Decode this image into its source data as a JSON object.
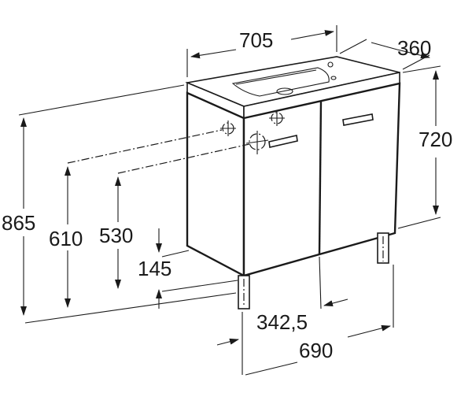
{
  "dimensions": {
    "width_top": "705",
    "depth": "360",
    "cabinet_height": "720",
    "total_height": "865",
    "outlet_height_1": "610",
    "outlet_height_2": "530",
    "leg_height": "145",
    "half_width": "342,5",
    "width_bottom": "690"
  },
  "colors": {
    "line": "#1a1a1a",
    "background": "#ffffff"
  }
}
